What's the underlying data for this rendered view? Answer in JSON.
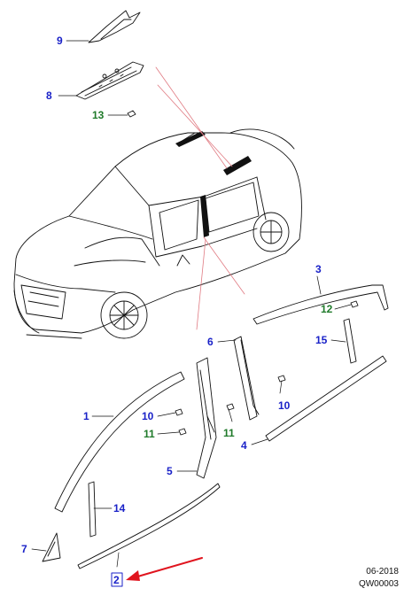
{
  "parts": [
    {
      "number": "1",
      "kind": "supplier"
    },
    {
      "number": "2",
      "kind": "supplier",
      "highlighted": true
    },
    {
      "number": "3",
      "kind": "supplier"
    },
    {
      "number": "4",
      "kind": "supplier"
    },
    {
      "number": "5",
      "kind": "supplier"
    },
    {
      "number": "6",
      "kind": "supplier"
    },
    {
      "number": "7",
      "kind": "supplier"
    },
    {
      "number": "8",
      "kind": "supplier"
    },
    {
      "number": "9",
      "kind": "supplier"
    },
    {
      "number": "10",
      "kind": "supplier"
    },
    {
      "number": "10",
      "kind": "supplier"
    },
    {
      "number": "11",
      "kind": "fastener"
    },
    {
      "number": "11",
      "kind": "fastener"
    },
    {
      "number": "12",
      "kind": "fastener"
    },
    {
      "number": "13",
      "kind": "fastener"
    },
    {
      "number": "14",
      "kind": "supplier"
    },
    {
      "number": "15",
      "kind": "supplier"
    }
  ],
  "colors": {
    "supplier": "#1a22c8",
    "fastener": "#1f7a2a",
    "arrow": "#e0141e",
    "leader_pink": "#e07a82",
    "line": "#111111"
  },
  "footer": {
    "date": "06-2018",
    "code": "QW00003"
  }
}
